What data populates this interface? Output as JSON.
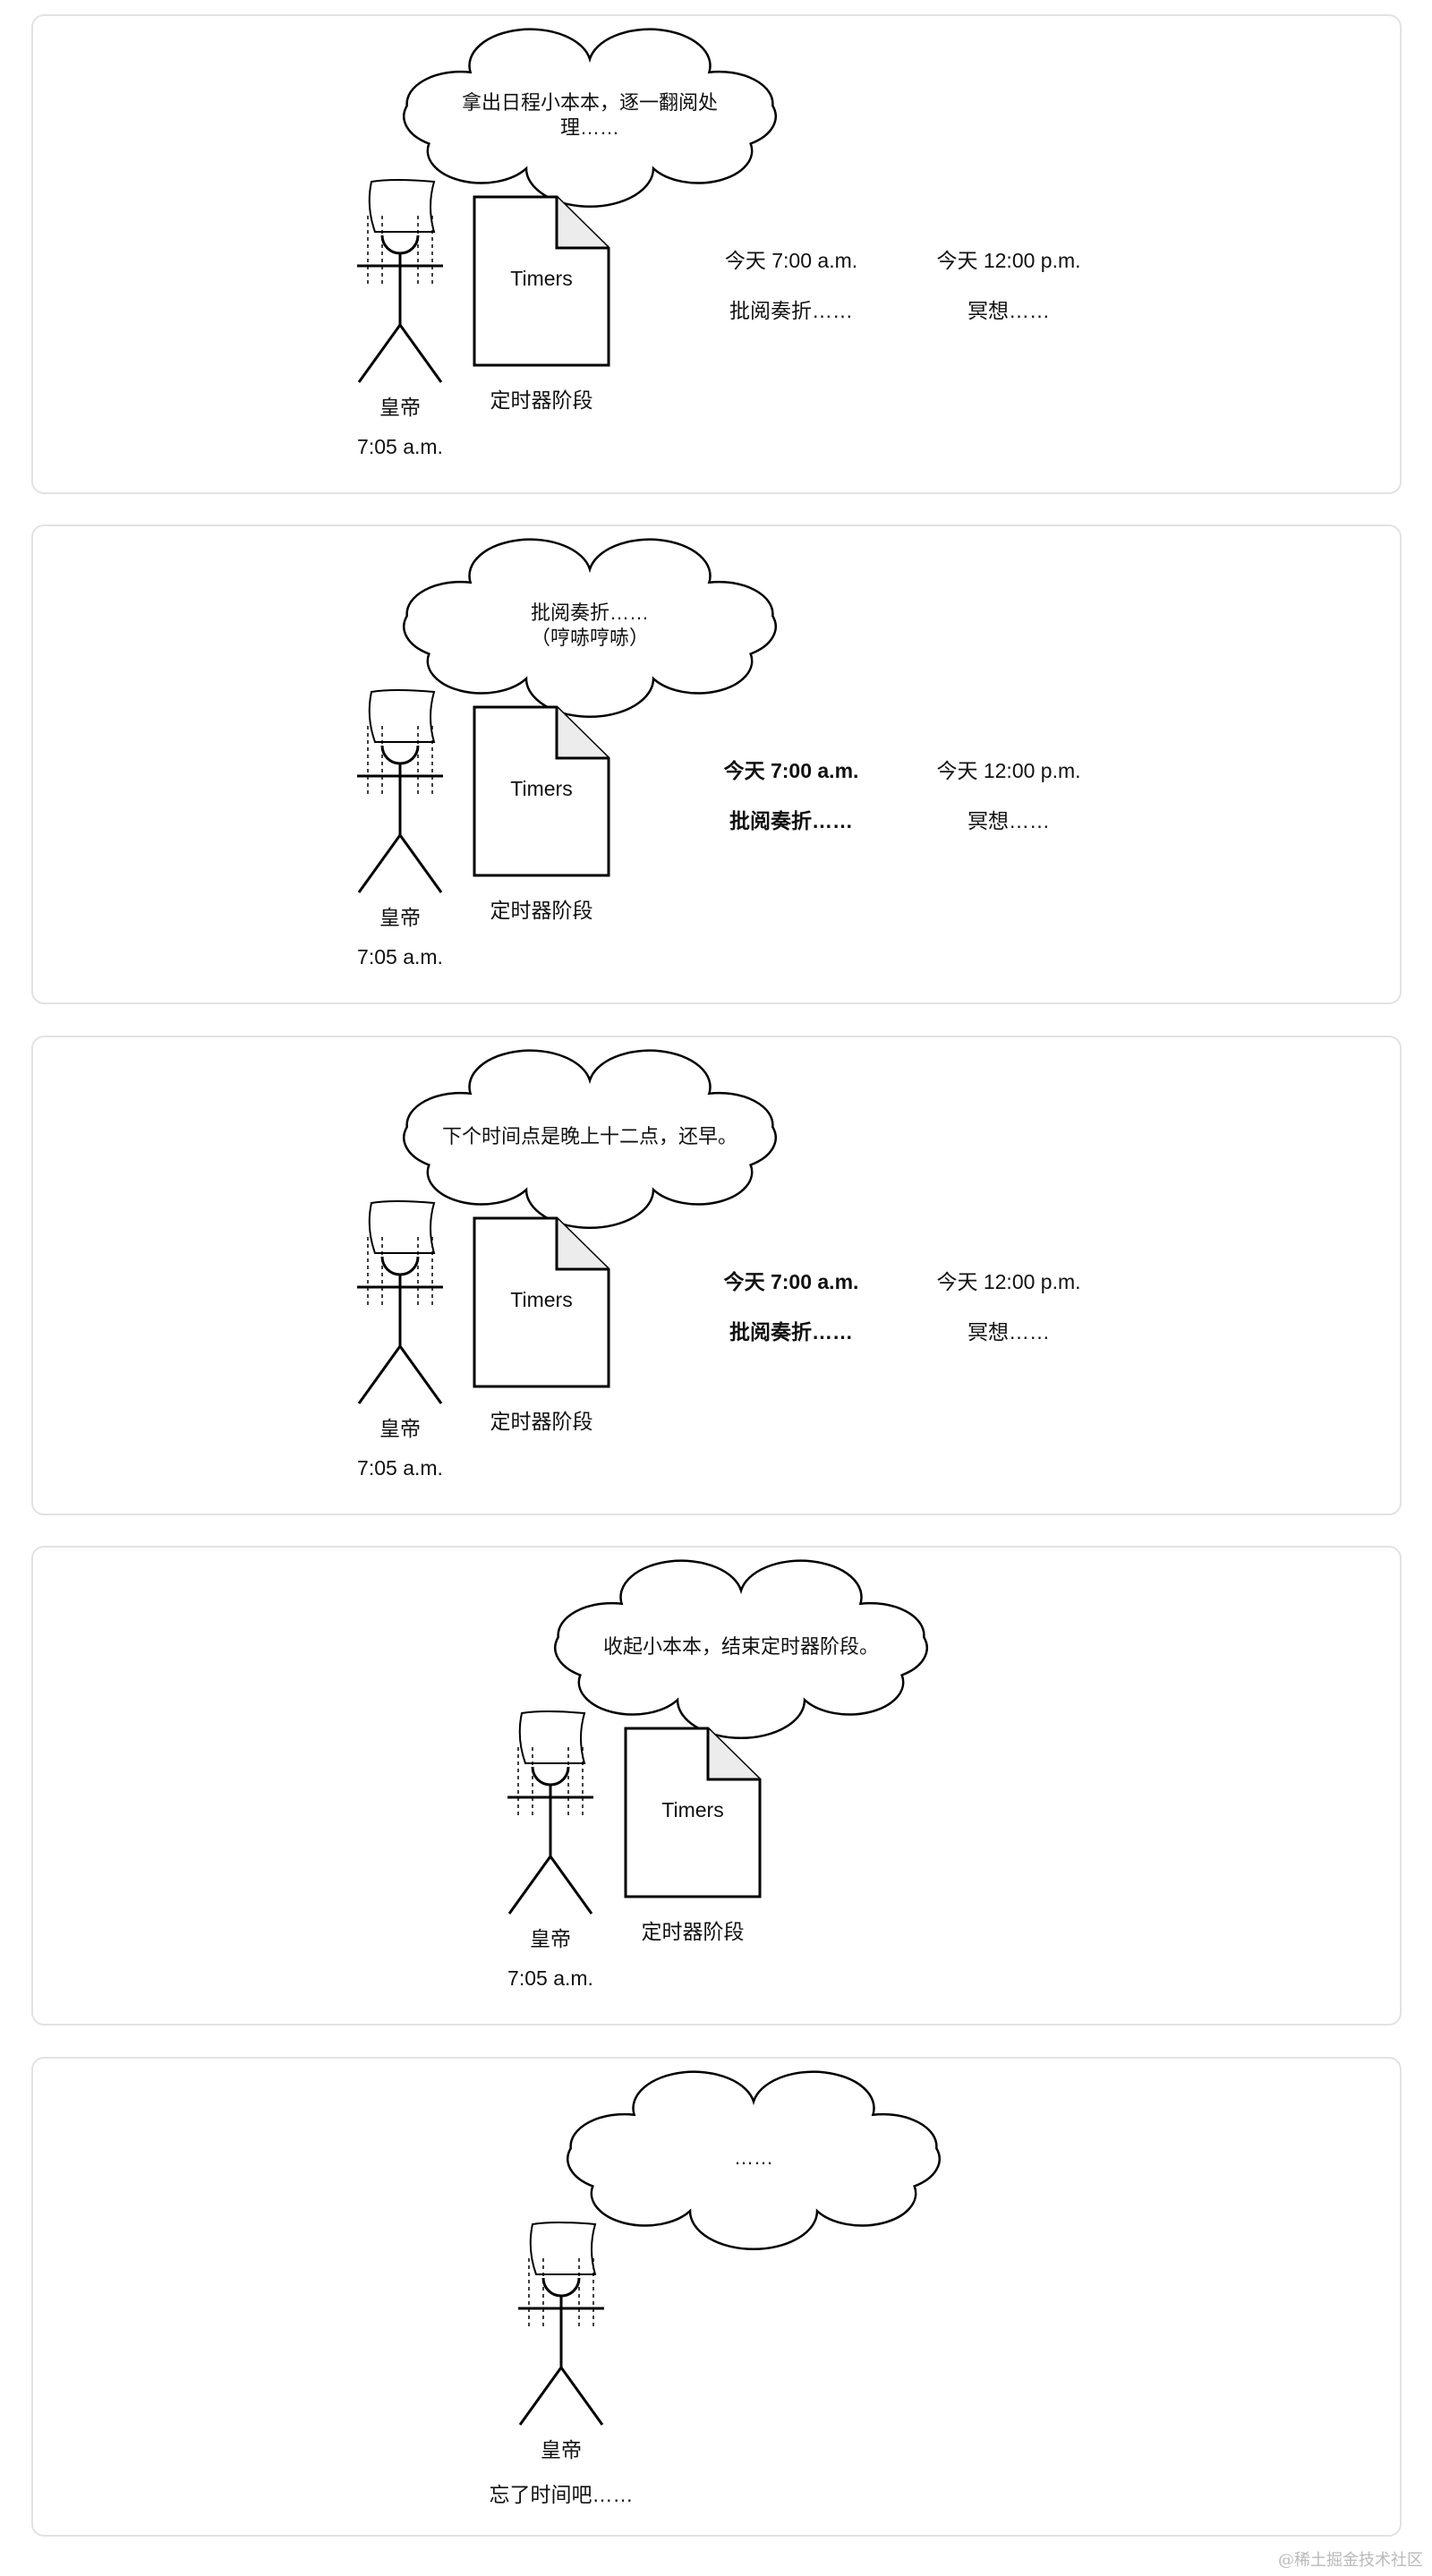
{
  "panels": [
    {
      "bubble": "拿出日程小本本，逐一翻阅处\n理……",
      "emperor_label": "皇帝",
      "emperor_time": "7:05 a.m.",
      "timers_doc": "Timers",
      "timers_label": "定时器阶段",
      "schedule": [
        {
          "time": "今天 7:00 a.m.",
          "task": "批阅奏折……",
          "bold": false
        },
        {
          "time": "今天 12:00 p.m.",
          "task": "冥想……",
          "bold": false
        }
      ]
    },
    {
      "bubble": "批阅奏折……\n（哼哧哼哧）",
      "emperor_label": "皇帝",
      "emperor_time": "7:05 a.m.",
      "timers_doc": "Timers",
      "timers_label": "定时器阶段",
      "schedule": [
        {
          "time": "今天 7:00 a.m.",
          "task": "批阅奏折……",
          "bold": true
        },
        {
          "time": "今天 12:00 p.m.",
          "task": "冥想……",
          "bold": false
        }
      ]
    },
    {
      "bubble": "下个时间点是晚上十二点，还早。",
      "emperor_label": "皇帝",
      "emperor_time": "7:05 a.m.",
      "timers_doc": "Timers",
      "timers_label": "定时器阶段",
      "schedule": [
        {
          "time": "今天 7:00 a.m.",
          "task": "批阅奏折……",
          "bold": true
        },
        {
          "time": "今天 12:00 p.m.",
          "task": "冥想……",
          "bold": false
        }
      ]
    },
    {
      "bubble": "收起小本本，结束定时器阶段。",
      "emperor_label": "皇帝",
      "emperor_time": "7:05 a.m.",
      "timers_doc": "Timers",
      "timers_label": "定时器阶段",
      "schedule": []
    },
    {
      "bubble": "……",
      "emperor_label": "皇帝",
      "emperor_time": "忘了时间吧……",
      "schedule": []
    }
  ],
  "watermark": "@稀土掘金技术社区"
}
